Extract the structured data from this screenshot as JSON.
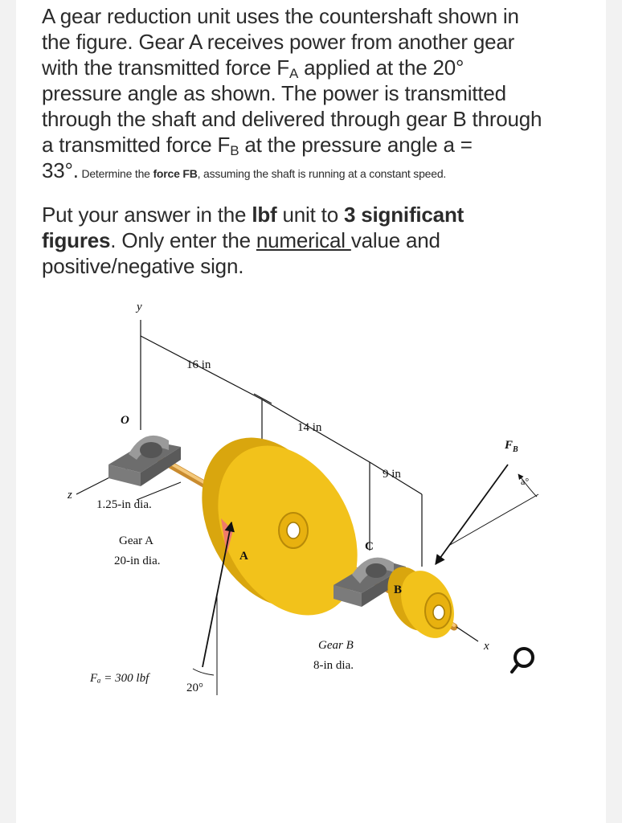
{
  "question": {
    "line1": "A gear reduction unit uses the countershaft shown in",
    "line2": "the figure. Gear A receives power from another gear",
    "line3_pre": "with the transmitted force F",
    "line3_sub": "A",
    "line3_post": " applied at the 20°",
    "line4": "pressure angle as shown. The power is transmitted",
    "line5": "through the shaft and delivered through gear B through",
    "line6_pre": "a transmitted force F",
    "line6_sub": "B",
    "line6_post": " at the pressure angle a =",
    "line7_big": "33°.",
    "line7_small_pre": " Determine the ",
    "line7_small_bold": "force FB",
    "line7_small_post": ", assuming the shaft is running at a constant speed."
  },
  "instructions": {
    "t1": "Put your answer in the ",
    "t1_bold": "lbf",
    "t2": " unit to ",
    "t2_bold": "3 significant",
    "t3_bold": "figures",
    "t3": ". Only enter the ",
    "t3_underline": "numerical ",
    "t4": "value and",
    "t5": "positive/negative sign."
  },
  "figure_labels": {
    "y_axis": "y",
    "z_axis": "z",
    "x_axis": "x",
    "origin": "O",
    "dim_16": "16 in",
    "dim_14": "14 in",
    "dim_9": "9 in",
    "shaft_dia": "1.25-in dia.",
    "gear_a_name": "Gear A",
    "gear_a_dia": "20-in dia.",
    "point_a": "A",
    "point_c": "C",
    "point_b": "B",
    "gear_b_name": "Gear B",
    "gear_b_dia": "8-in dia.",
    "force_a": "Fₐ = 300 lbf",
    "angle_20": "20°",
    "force_b": "F",
    "force_b_sub": "B",
    "angle_a": "a°"
  },
  "colors": {
    "gear": "#f2c21b",
    "gear_dark": "#d9a60e",
    "shaft": "#e9b35a",
    "bearing": "#8a8a8a",
    "force_highlight": "#f07a6a"
  },
  "search_icon": "search-icon"
}
